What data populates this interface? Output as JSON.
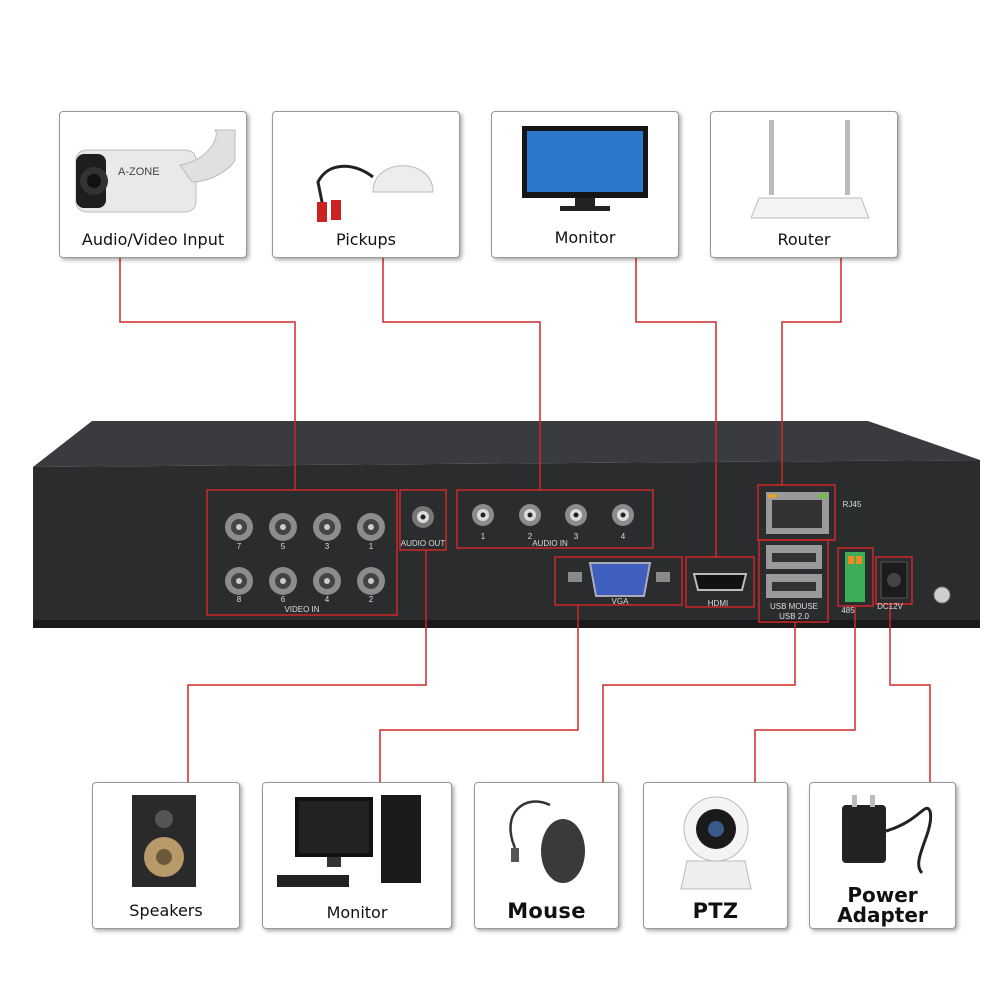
{
  "top_devices": [
    {
      "label": "Audio/Video Input",
      "icon": "bullet-camera-icon",
      "brand": "A-ZONE"
    },
    {
      "label": "Pickups",
      "icon": "microphone-pickup-icon"
    },
    {
      "label": "Monitor",
      "icon": "lcd-monitor-icon"
    },
    {
      "label": "Router",
      "icon": "wifi-router-icon"
    }
  ],
  "bottom_devices": [
    {
      "label": "Speakers",
      "icon": "speaker-icon"
    },
    {
      "label": "Monitor",
      "icon": "desktop-computer-icon"
    },
    {
      "label": "Mouse",
      "icon": "usb-mouse-icon"
    },
    {
      "label": "PTZ",
      "icon": "ptz-camera-icon"
    },
    {
      "label": "Power Adapter",
      "icon": "power-adapter-icon",
      "label_lines": [
        "Power",
        "Adapter"
      ]
    }
  ],
  "dvr_panel": {
    "video_in": "VIDEO IN",
    "video_ports_top": [
      "7",
      "5",
      "3",
      "1"
    ],
    "video_ports_bottom": [
      "8",
      "6",
      "4",
      "2"
    ],
    "audio_out": "AUDIO OUT",
    "audio_in": "AUDIO IN",
    "audio_ports": [
      "1",
      "2",
      "3",
      "4"
    ],
    "vga": "VGA",
    "hdmi": "HDMI",
    "rj45": "RJ45",
    "usb_mouse": "USB MOUSE",
    "usb_version": "USB 2.0",
    "rs485": "485",
    "dc": "DC12V"
  },
  "colors": {
    "connector_line": "#d02828",
    "dvr_body": "#2b2c2e",
    "card_border": "#9a9a9a"
  }
}
